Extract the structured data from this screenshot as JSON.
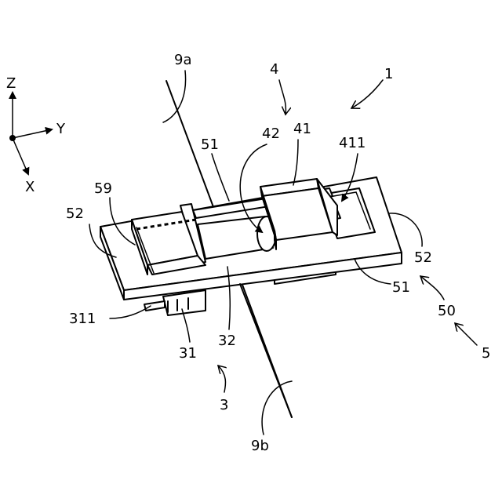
{
  "axes": {
    "z": "Z",
    "y": "Y",
    "x": "X"
  },
  "labels": {
    "l_9a": "9a",
    "l_4": "4",
    "l_1": "1",
    "l_51_top": "51",
    "l_42": "42",
    "l_41": "41",
    "l_411": "411",
    "l_59": "59",
    "l_52_left": "52",
    "l_52_right": "52",
    "l_51_right": "51",
    "l_50": "50",
    "l_5": "5",
    "l_311": "311",
    "l_31": "31",
    "l_32": "32",
    "l_3": "3",
    "l_9b": "9b"
  },
  "colors": {
    "ink": "#000000",
    "paper": "#ffffff"
  }
}
